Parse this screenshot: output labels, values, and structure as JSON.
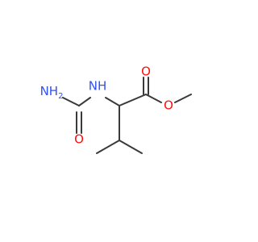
{
  "diagram": {
    "type": "skeletal-structure",
    "colors": {
      "bond": "#3a3a3a",
      "oxygen": "#ff0d0d",
      "nitrogen": "#3050f8",
      "background": "#ffffff"
    },
    "labels": {
      "amine": "NH",
      "amine_subscript": "2",
      "nh": "NH",
      "carbonyl_o1": "O",
      "carbonyl_o2": "O",
      "ester_o": "O"
    }
  }
}
